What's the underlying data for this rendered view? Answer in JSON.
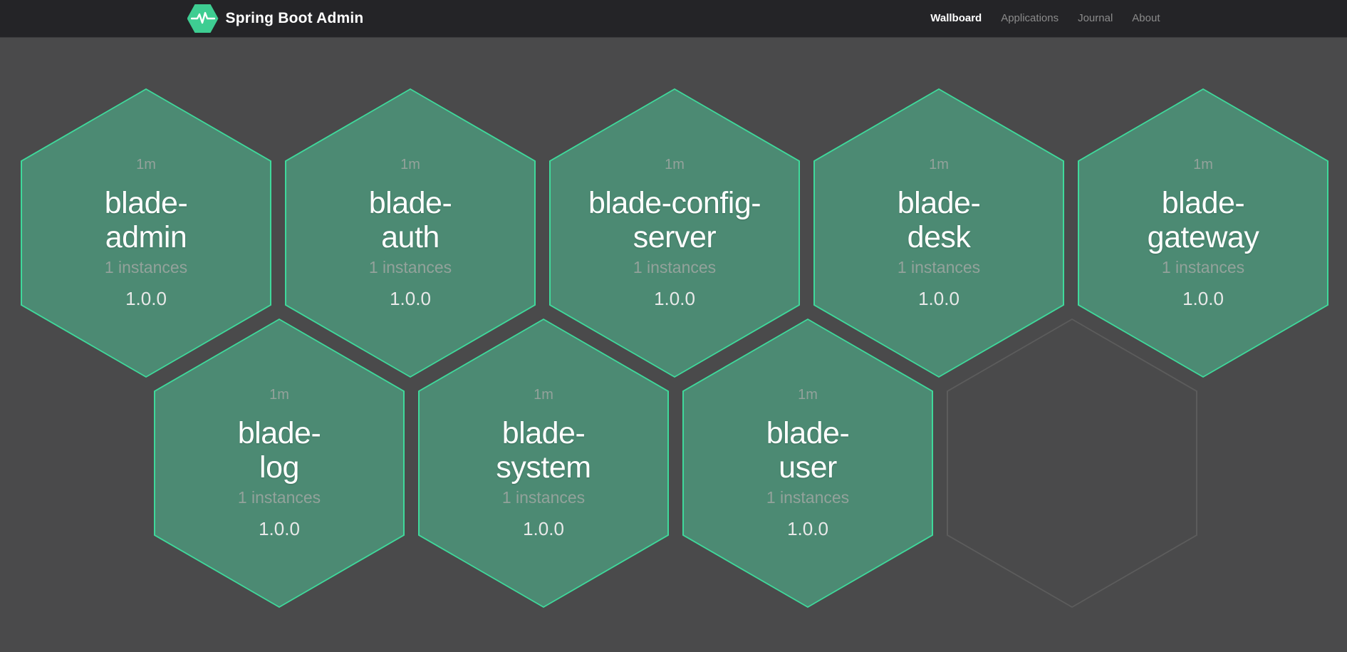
{
  "header": {
    "brand": {
      "label": "Spring Boot Admin",
      "logo_icon": "pulse-hexagon-icon"
    },
    "nav_items": [
      {
        "label": "Wallboard",
        "active": true
      },
      {
        "label": "Applications",
        "active": false
      },
      {
        "label": "Journal",
        "active": false
      },
      {
        "label": "About",
        "active": false
      }
    ]
  },
  "wallboard": {
    "applications": [
      {
        "name": "blade-admin",
        "name_line1": "blade-",
        "name_line2": "admin",
        "uptime": "1m",
        "instances_label": "1 instances",
        "version": "1.0.0"
      },
      {
        "name": "blade-auth",
        "name_line1": "blade-",
        "name_line2": "auth",
        "uptime": "1m",
        "instances_label": "1 instances",
        "version": "1.0.0"
      },
      {
        "name": "blade-config-server",
        "name_line1": "blade-config-",
        "name_line2": "server",
        "uptime": "1m",
        "instances_label": "1 instances",
        "version": "1.0.0"
      },
      {
        "name": "blade-desk",
        "name_line1": "blade-",
        "name_line2": "desk",
        "uptime": "1m",
        "instances_label": "1 instances",
        "version": "1.0.0"
      },
      {
        "name": "blade-gateway",
        "name_line1": "blade-",
        "name_line2": "gateway",
        "uptime": "1m",
        "instances_label": "1 instances",
        "version": "1.0.0"
      },
      {
        "name": "blade-log",
        "name_line1": "blade-",
        "name_line2": "log",
        "uptime": "1m",
        "instances_label": "1 instances",
        "version": "1.0.0"
      },
      {
        "name": "blade-system",
        "name_line1": "blade-",
        "name_line2": "system",
        "uptime": "1m",
        "instances_label": "1 instances",
        "version": "1.0.0"
      },
      {
        "name": "blade-user",
        "name_line1": "blade-",
        "name_line2": "user",
        "uptime": "1m",
        "instances_label": "1 instances",
        "version": "1.0.0"
      }
    ],
    "empty_slot_count": 1
  },
  "colors": {
    "header_bg": "#242427",
    "page_bg": "#4a4a4b",
    "hexagon_fill": "#4c8a73",
    "hexagon_border": "#3fd99b",
    "brand_green": "#3ecd92",
    "muted_text": "#93a29b",
    "empty_hexagon_border": "#5c5c5c",
    "active_nav_text": "#ffffff",
    "inactive_nav_text": "#8b8b8b"
  }
}
